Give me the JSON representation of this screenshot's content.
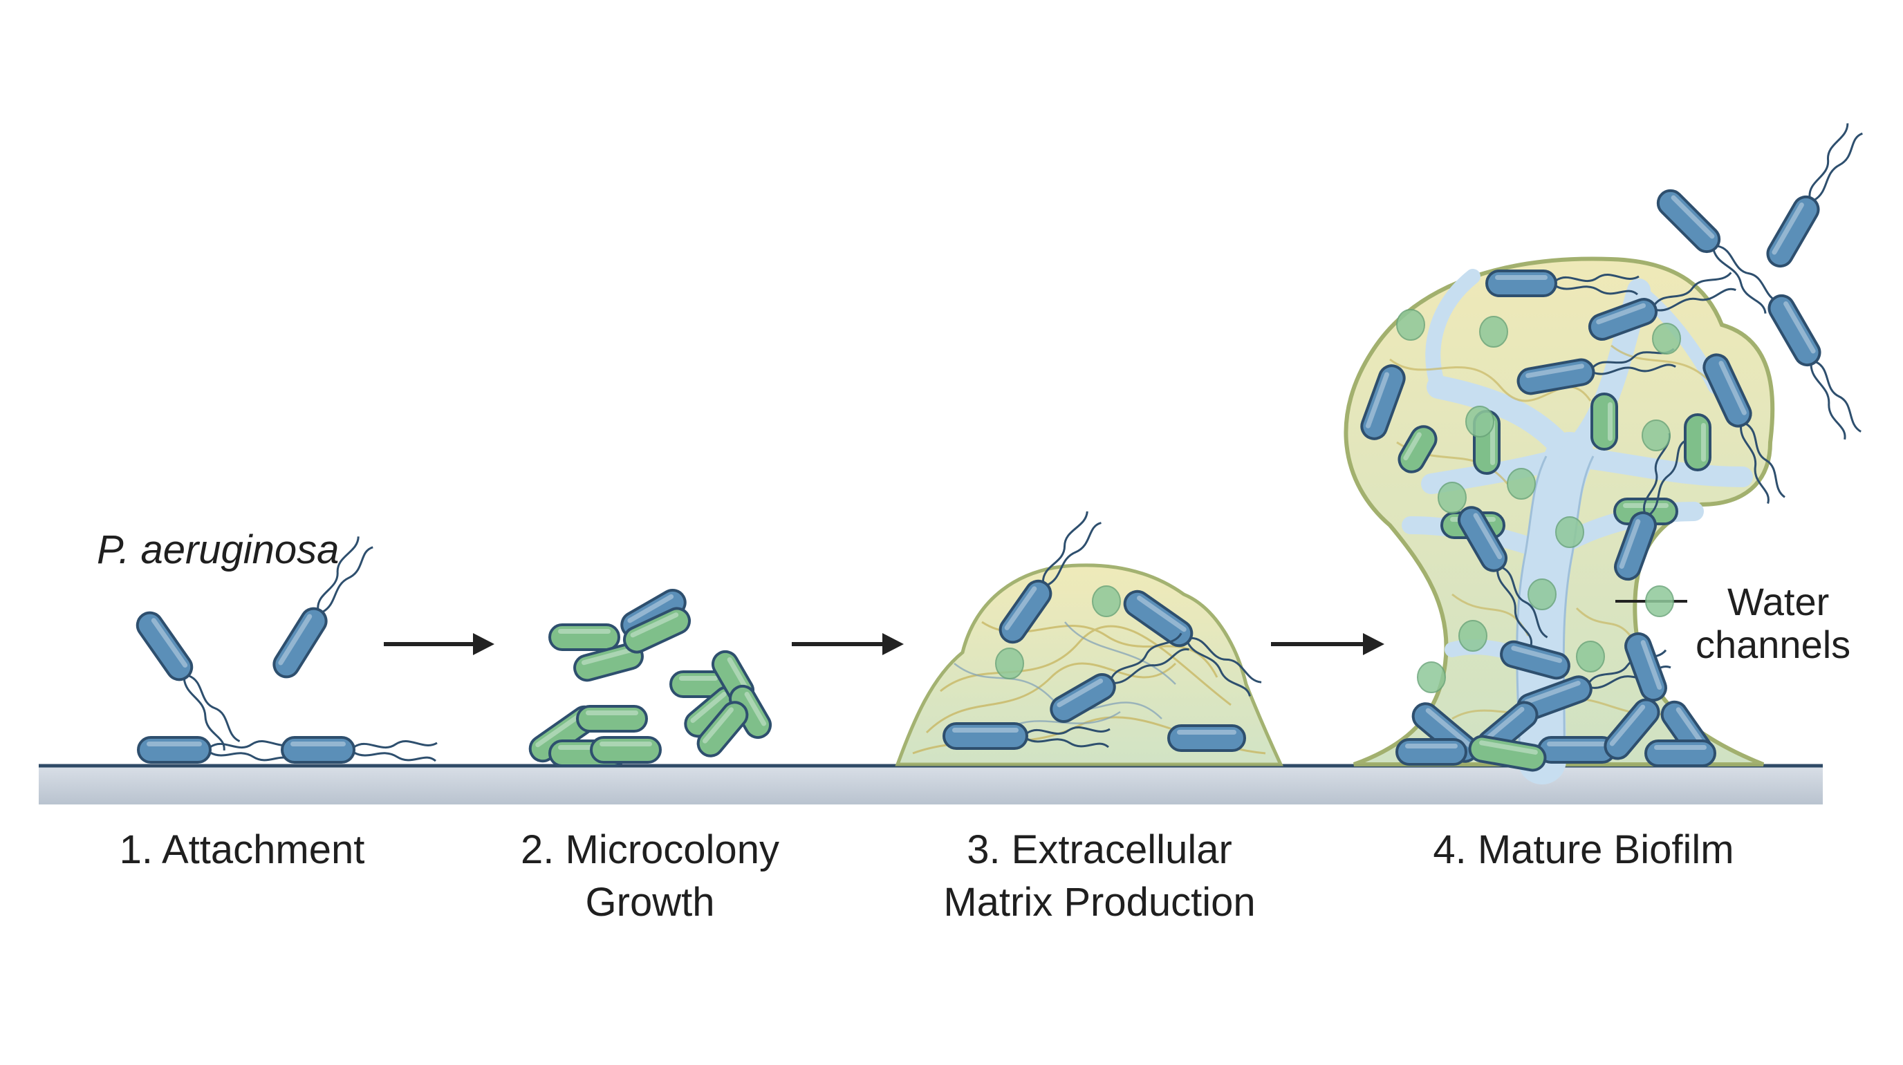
{
  "species_label": "P. aeruginosa",
  "stages": [
    {
      "line1": "1. Attachment",
      "line2": ""
    },
    {
      "line1": "2. Microcolony",
      "line2": "Growth"
    },
    {
      "line1": "3. Extracellular",
      "line2": "Matrix Production"
    },
    {
      "line1": "4. Mature Biofilm",
      "line2": ""
    }
  ],
  "water_channels": {
    "line1": "Water",
    "line2": "channels"
  },
  "colors": {
    "substrate": "#c9d1db",
    "substrate_edge": "#2f4a66",
    "bacterium_blue": "#5b8fb8",
    "bacterium_green": "#7fbf8a",
    "outline": "#2e4f6e",
    "matrix_fill": "#eee9b8",
    "matrix_edge": "#9fae6a",
    "channel": "#c7def0",
    "arrow": "#222222"
  }
}
